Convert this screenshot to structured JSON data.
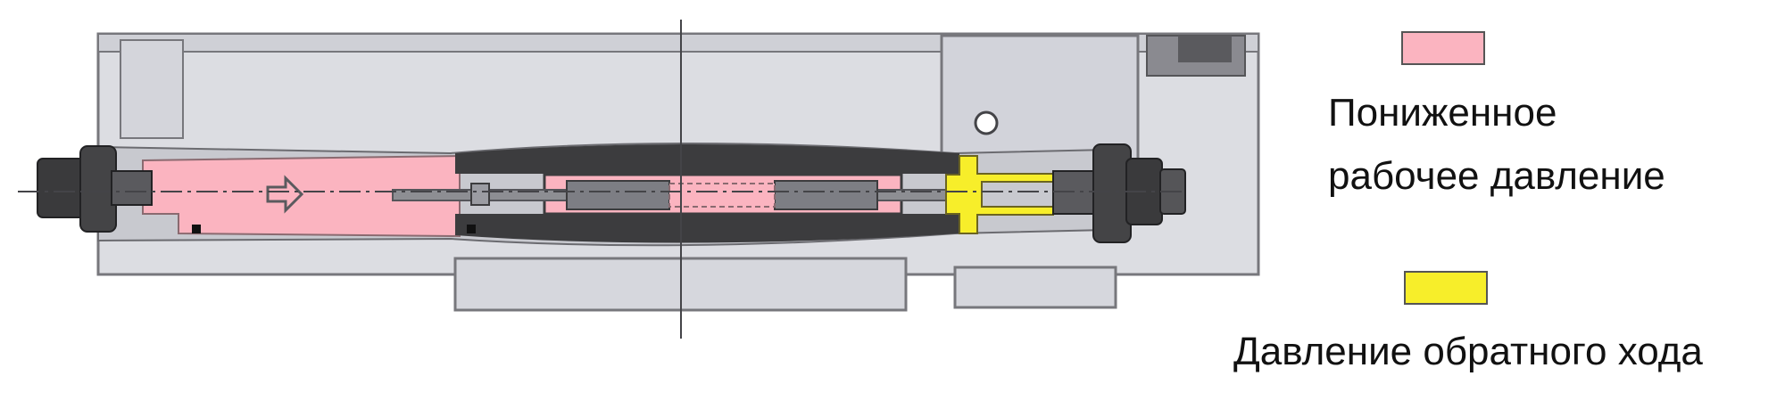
{
  "legend": {
    "items": [
      {
        "color": "#fbb4c0",
        "label_line1": "Пониженное",
        "label_line2": "рабочее давление"
      },
      {
        "color": "#f7ee2a",
        "label_line1": "Давление обратного хода"
      }
    ]
  },
  "colors": {
    "reduced_pressure": "#fbb4c0",
    "return_pressure": "#f7ee2a",
    "housing": "#dcdde2",
    "dark_parts": "#3c3c3e",
    "line": "#6b6b70"
  }
}
